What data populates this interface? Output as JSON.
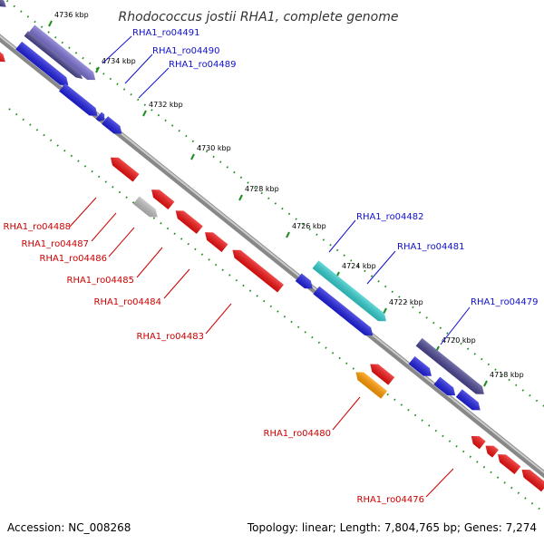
{
  "title": "Rhodococcus jostii RHA1, complete genome",
  "footer": {
    "accession": "Accession: NC_008268",
    "summary": "Topology: linear; Length: 7,804,765 bp; Genes: 7,274"
  },
  "colors": {
    "forward_gene": "#1f1fdd",
    "reverse_gene": "#ee1111",
    "forward_label": "#1010cc",
    "reverse_label": "#cc0000",
    "tick": "#1e8c1e",
    "backbone": "#777777",
    "cog_light_purple": "#7a6fd0",
    "cog_dark_purple": "#4a4590",
    "cog_cyan": "#33cccc",
    "cog_gray": "#bbbbbb",
    "cog_orange": "#ff9900"
  },
  "ticks": [
    {
      "label": "4736 kbp"
    },
    {
      "label": "4734 kbp"
    },
    {
      "label": "4732 kbp"
    },
    {
      "label": "4730 kbp"
    },
    {
      "label": "4728 kbp"
    },
    {
      "label": "4726 kbp"
    },
    {
      "label": "4724 kbp"
    },
    {
      "label": "4722 kbp"
    },
    {
      "label": "4720 kbp"
    },
    {
      "label": "4718 kbp"
    }
  ],
  "genes": [
    {
      "label": "RHA1_ro04491",
      "strand": "forward"
    },
    {
      "label": "RHA1_ro04490",
      "strand": "forward"
    },
    {
      "label": "RHA1_ro04489",
      "strand": "forward"
    },
    {
      "label": "RHA1_ro04488",
      "strand": "reverse"
    },
    {
      "label": "RHA1_ro04487",
      "strand": "reverse"
    },
    {
      "label": "RHA1_ro04486",
      "strand": "reverse"
    },
    {
      "label": "RHA1_ro04485",
      "strand": "reverse"
    },
    {
      "label": "RHA1_ro04484",
      "strand": "reverse"
    },
    {
      "label": "RHA1_ro04483",
      "strand": "reverse"
    },
    {
      "label": "RHA1_ro04482",
      "strand": "forward"
    },
    {
      "label": "RHA1_ro04481",
      "strand": "forward"
    },
    {
      "label": "RHA1_ro04480",
      "strand": "reverse"
    },
    {
      "label": "RHA1_ro04479",
      "strand": "forward"
    },
    {
      "label": "RHA1_ro04476",
      "strand": "reverse"
    }
  ]
}
